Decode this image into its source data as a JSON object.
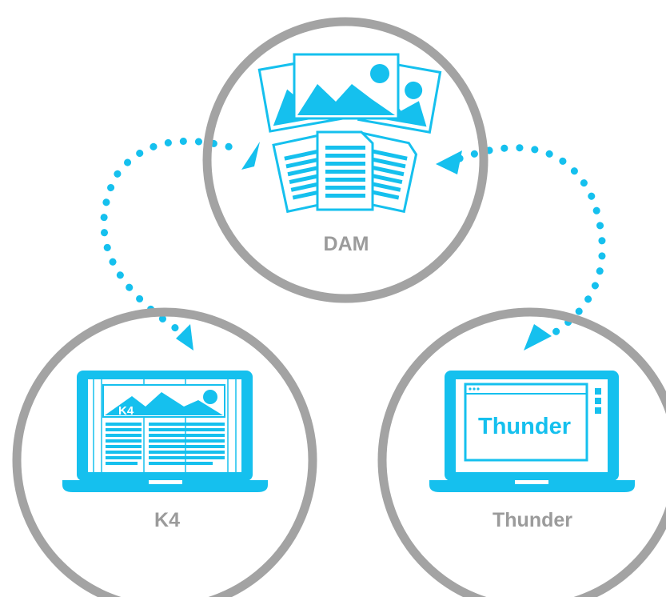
{
  "nodes": {
    "dam": {
      "label": "DAM"
    },
    "k4": {
      "label": "K4",
      "screen_logo": "K4"
    },
    "thunder": {
      "label": "Thunder",
      "screen_logo": "Thunder"
    }
  },
  "colors": {
    "accent": "#15c0ee",
    "circle": "#a3a3a3",
    "label": "#9b9b9b"
  },
  "connections": [
    {
      "from": "k4",
      "to": "dam",
      "style": "dotted-bidirectional"
    },
    {
      "from": "thunder",
      "to": "dam",
      "style": "dotted-bidirectional"
    }
  ]
}
